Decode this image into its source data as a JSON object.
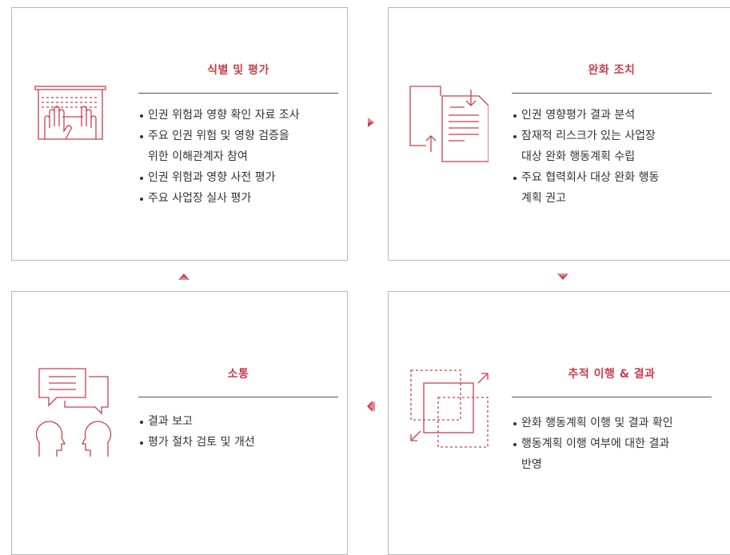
{
  "panels": {
    "identify": {
      "title": "식별 및 평가",
      "items": [
        "인권 위험과 영향 확인 자료 조사",
        "주요 인권 위험 및 영향 검증을",
        "위한 이해관계자 참여",
        "인권 위험과 영향 사전 평가",
        "주요 사업장 실사 평가"
      ]
    },
    "mitigate": {
      "title": "완화 조치",
      "items": [
        "인권 영향평가 결과 분석",
        "잠재적 리스크가 있는 사업장",
        "대상 완화 행동계획 수립",
        "주요 협력회사 대상 완화 행동",
        "계획 권고"
      ]
    },
    "communicate": {
      "title": "소통",
      "items": [
        "결과 보고",
        "평가 절차 검토 및 개선"
      ]
    },
    "track": {
      "title": "추적 이행 & 결과",
      "items": [
        "완화 행동계획 이행 및 결과 확인",
        "행동계획 이행 여부에 대한 결과",
        "반영"
      ]
    }
  },
  "icons": {
    "identify": "hands-keyboard-icon",
    "mitigate": "document-exchange-icon",
    "communicate": "people-chat-icon",
    "track": "expanding-squares-icon"
  },
  "colors": {
    "accent": "#c8404f",
    "rule": "#555555",
    "border": "#b9b9b9",
    "text": "#333333"
  }
}
